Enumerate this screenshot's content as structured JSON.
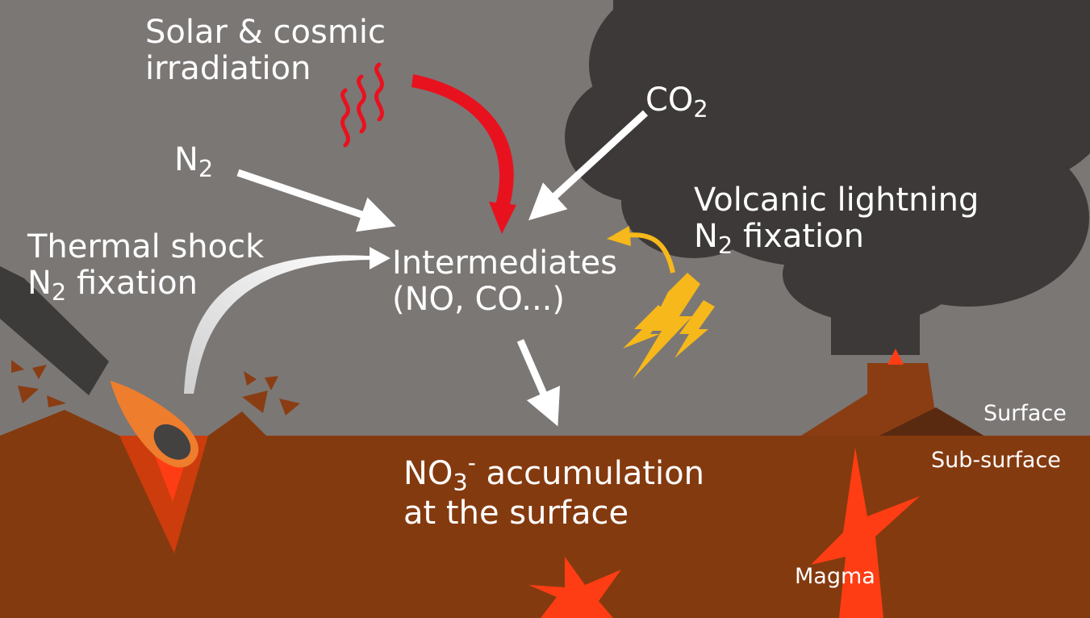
{
  "labels": {
    "solar_line1": "Solar & cosmic",
    "solar_line2": "irradiation",
    "n2": "N",
    "n2_sub": "2",
    "co2": "CO",
    "co2_sub": "2",
    "thermal_line1": "Thermal shock",
    "thermal_line2_prefix": "N",
    "thermal_line2_sub": "2",
    "thermal_line2_suffix": " fixation",
    "intermediates_line1": "Intermediates",
    "intermediates_line2": "(NO, CO...)",
    "volcanic_line1": "Volcanic lightning",
    "volcanic_line2_prefix": "N",
    "volcanic_line2_sub": "2",
    "volcanic_line2_suffix": " fixation",
    "no3_prefix": "NO",
    "no3_sub": "3",
    "no3_sup": "-",
    "no3_suffix": " accumulation",
    "no3_line2": "at the surface",
    "surface": "Surface",
    "subsurface": "Sub-surface",
    "magma": "Magma"
  },
  "colors": {
    "sky": "#7b7775",
    "ground": "#843a0f",
    "cloud": "#3c3938",
    "magma": "#ff3d14",
    "volcano": "#8a3d13",
    "volcano_shadow": "#5a2a10",
    "radiation": "#e8121f",
    "lightning": "#f6b81a",
    "meteor": "#ee7d2e",
    "meteor_trail": "#3d3b3a",
    "arrow": "#ffffff",
    "text": "#ffffff"
  }
}
